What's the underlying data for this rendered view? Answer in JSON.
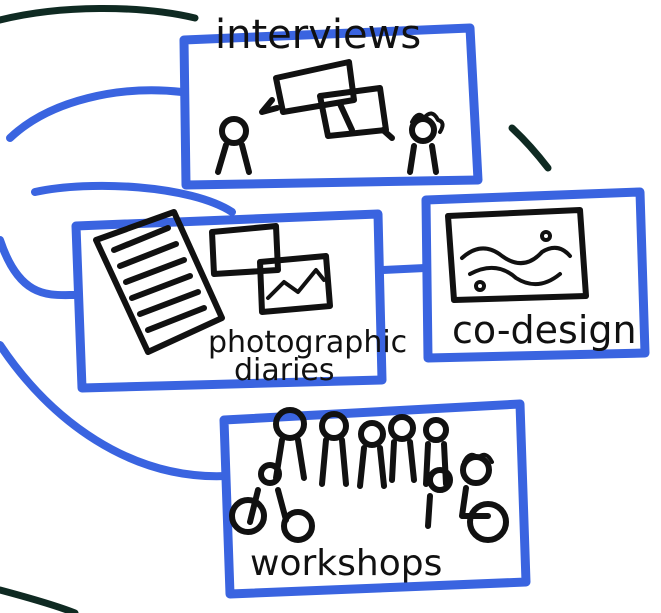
{
  "nodes": {
    "interviews": {
      "label": "interviews"
    },
    "photographic_diaries": {
      "label_line1": "photographic",
      "label_line2": "diaries"
    },
    "co_design": {
      "label": "co-design"
    },
    "workshops": {
      "label": "workshops"
    }
  },
  "colors": {
    "box_stroke": "#3a64e0",
    "ink": "#111111",
    "dark_curve": "#0f2a22",
    "background": "#ffffff"
  },
  "icons": {
    "interviews": [
      "person-icon",
      "speech-bubbles-icon",
      "person-curly-hair-icon"
    ],
    "photographic_diaries": [
      "notebook-icon",
      "photo-frame-icon",
      "landscape-photo-icon"
    ],
    "co_design": [
      "map-sketch-icon"
    ],
    "workshops": [
      "group-of-people-icon",
      "wheelchair-user-icon"
    ]
  }
}
